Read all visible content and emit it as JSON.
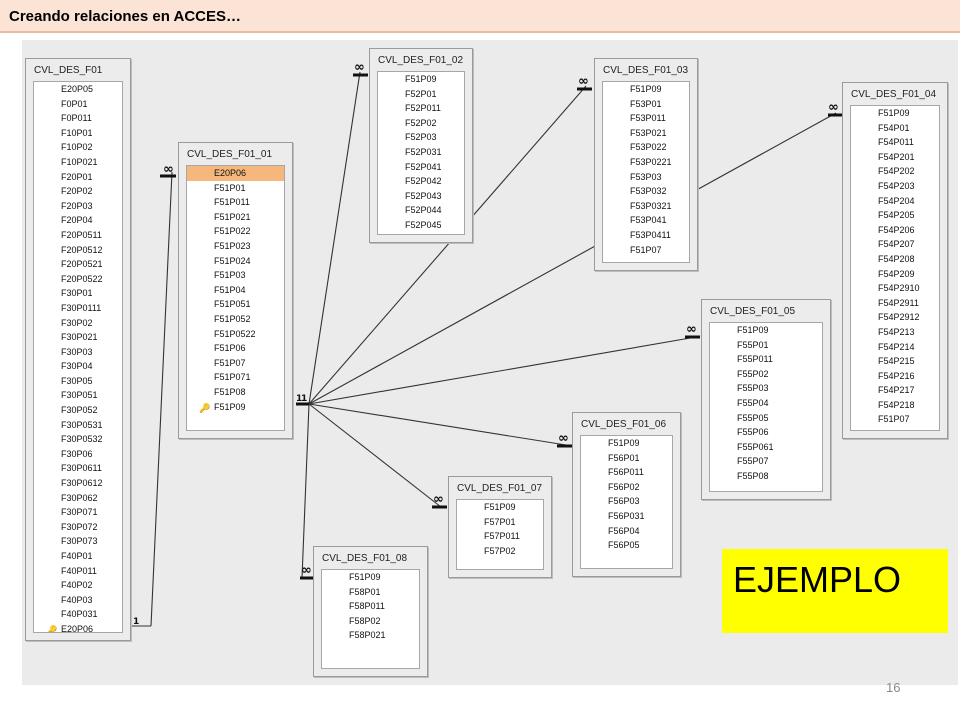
{
  "slide_title": "Creando relaciones en ACCES…",
  "page_number": "16",
  "example_label": "EJEMPLO",
  "one_symbol": "1",
  "many_symbol": "∞",
  "key_icon": "🔑",
  "colors": {
    "header_bg": "#fbe3d6",
    "canvas_bg": "#ebebeb",
    "selected_field": "#f5b77b",
    "example_bg": "#ffff00"
  },
  "tables": [
    {
      "name": "CVL_DES_F01",
      "key_field": "E20P06",
      "fields": [
        "E20P05",
        "F0P01",
        "F0P011",
        "F10P01",
        "F10P02",
        "F10P021",
        "F20P01",
        "F20P02",
        "F20P03",
        "F20P04",
        "F20P0511",
        "F20P0512",
        "F20P0521",
        "F20P0522",
        "F30P01",
        "F30P0111",
        "F30P02",
        "F30P021",
        "F30P03",
        "F30P04",
        "F30P05",
        "F30P051",
        "F30P052",
        "F30P0531",
        "F30P0532",
        "F30P06",
        "F30P0611",
        "F30P0612",
        "F30P062",
        "F30P071",
        "F30P072",
        "F30P073",
        "F40P01",
        "F40P011",
        "F40P02",
        "F40P03",
        "F40P031",
        "E20P06"
      ]
    },
    {
      "name": "CVL_DES_F01_01",
      "key_field": "F51P09",
      "selected_field": "E20P06",
      "fields": [
        "E20P06",
        "F51P01",
        "F51P011",
        "F51P021",
        "F51P022",
        "F51P023",
        "F51P024",
        "F51P03",
        "F51P04",
        "F51P051",
        "F51P052",
        "F51P0522",
        "F51P06",
        "F51P07",
        "F51P071",
        "F51P08",
        "F51P09"
      ]
    },
    {
      "name": "CVL_DES_F01_02",
      "fields": [
        "F51P09",
        "F52P01",
        "F52P011",
        "F52P02",
        "F52P03",
        "F52P031",
        "F52P041",
        "F52P042",
        "F52P043",
        "F52P044",
        "F52P045"
      ]
    },
    {
      "name": "CVL_DES_F01_03",
      "fields": [
        "F51P09",
        "F53P01",
        "F53P011",
        "F53P021",
        "F53P022",
        "F53P0221",
        "F53P03",
        "F53P032",
        "F53P0321",
        "F53P041",
        "F53P0411",
        "F51P07"
      ]
    },
    {
      "name": "CVL_DES_F01_04",
      "fields": [
        "F51P09",
        "F54P01",
        "F54P011",
        "F54P201",
        "F54P202",
        "F54P203",
        "F54P204",
        "F54P205",
        "F54P206",
        "F54P207",
        "F54P208",
        "F54P209",
        "F54P2910",
        "F54P2911",
        "F54P2912",
        "F54P213",
        "F54P214",
        "F54P215",
        "F54P216",
        "F54P217",
        "F54P218",
        "F51P07"
      ]
    },
    {
      "name": "CVL_DES_F01_05",
      "fields": [
        "F51P09",
        "F55P01",
        "F55P011",
        "F55P02",
        "F55P03",
        "F55P04",
        "F55P05",
        "F55P06",
        "F55P061",
        "F55P07",
        "F55P08"
      ]
    },
    {
      "name": "CVL_DES_F01_06",
      "fields": [
        "F51P09",
        "F56P01",
        "F56P011",
        "F56P02",
        "F56P03",
        "F56P031",
        "F56P04",
        "F56P05"
      ]
    },
    {
      "name": "CVL_DES_F01_07",
      "fields": [
        "F51P09",
        "F57P01",
        "F57P011",
        "F57P02"
      ]
    },
    {
      "name": "CVL_DES_F01_08",
      "fields": [
        "F51P09",
        "F58P01",
        "F58P011",
        "F58P02",
        "F58P021"
      ]
    }
  ]
}
